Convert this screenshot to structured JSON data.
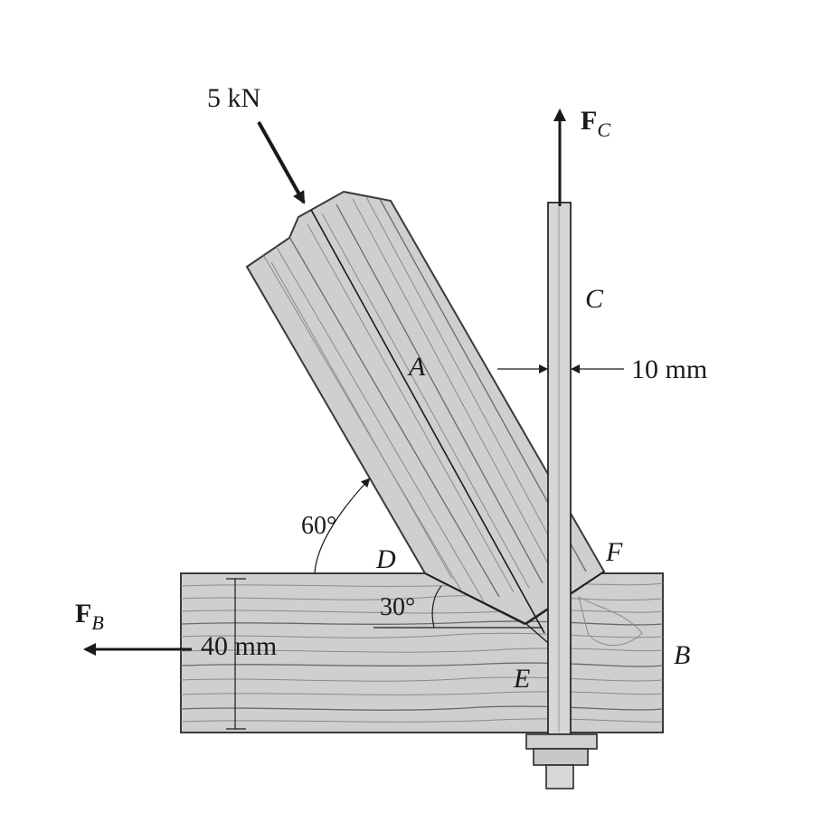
{
  "labels": {
    "load": "5 kN",
    "force_c_main": "F",
    "force_c_sub": "C",
    "point_c": "C",
    "point_a": "A",
    "rod_width": "10 mm",
    "angle_60": "60°",
    "point_d": "D",
    "point_f": "F",
    "angle_30": "30°",
    "force_b_main": "F",
    "force_b_sub": "B",
    "block_height": "40 mm",
    "point_b": "B",
    "point_e": "E"
  },
  "colors": {
    "wood": "#cfcfcf",
    "ink": "#1a1a1a"
  }
}
